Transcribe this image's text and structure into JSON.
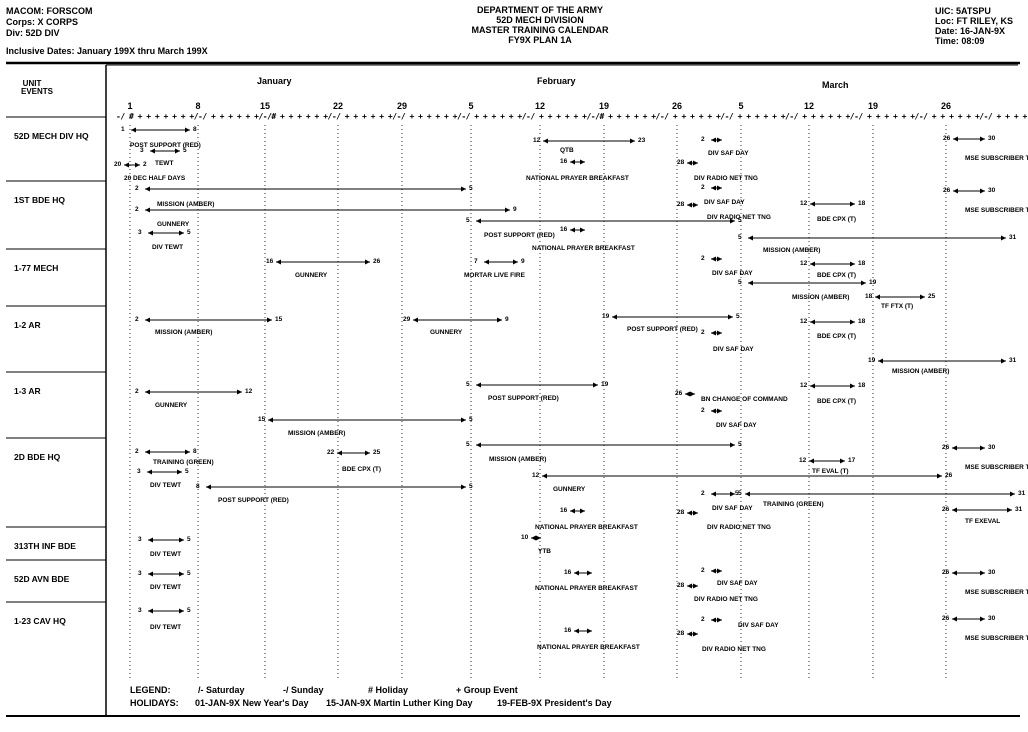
{
  "header": {
    "left": [
      "MACOM:  FORSCOM",
      "Corps:  X CORPS",
      "Div:  52D DIV"
    ],
    "dates": "Inclusive Dates: January 199X thru March 199X",
    "center": [
      "DEPARTMENT OF THE ARMY",
      "52D MECH DIVISION",
      "MASTER TRAINING CALENDAR",
      "FY9X PLAN 1A"
    ],
    "right": [
      "UIC:  5ATSPU",
      "Loc:  FT RILEY, KS",
      "Date:  16-JAN-9X",
      "Time:  08:09"
    ]
  },
  "unit_events_label": [
    "UNIT",
    "EVENTS"
  ],
  "months": [
    "January",
    "February",
    "March"
  ],
  "day_labels": [
    "1",
    "8",
    "15",
    "22",
    "29",
    "5",
    "12",
    "19",
    "26",
    "5",
    "12",
    "19",
    "26"
  ],
  "ruler": "-/ # + + + + + + +/-/ + + + + + +/-/# + + + + + +/-/ + + + + + +/-/ + + + + + +/-/ + + + + + +/-/ + + + + + +/-/# + + + + + +/-/ + + + + + +/-/ + + + + + +/-/ + + + + + +/-/ + + + + + +/-/ + + + + + +/-/ + + + + +/-",
  "units": [
    "52D MECH DIV HQ",
    "1ST BDE HQ",
    "1-77 MECH",
    "1-2 AR",
    "1-3 AR",
    "2D BDE HQ",
    "313TH INF BDE",
    "52D AVN BDE",
    "1-23 CAV HQ"
  ],
  "rows": [
    {
      "unit": "52D MECH DIV HQ",
      "events": [
        {
          "s": "1",
          "e": "8",
          "label": "POST SUPPORT (RED)"
        },
        {
          "s": "3",
          "e": "5",
          "label": "TEWT"
        },
        {
          "s": "20",
          "e": "2",
          "label": "20 DEC HALF DAYS"
        },
        {
          "s": "12",
          "e": "23",
          "label": "QTB"
        },
        {
          "s": "16",
          "e": "",
          "label": "NATIONAL PRAYER BREAKFAST"
        },
        {
          "s": "2",
          "e": "",
          "label": "DIV SAF DAY"
        },
        {
          "s": "28",
          "e": "",
          "label": "DIV RADIO NET TNG"
        },
        {
          "s": "26",
          "e": "30",
          "label": "MSE SUBSCRIBER TNG FOR DIV (T)"
        }
      ]
    },
    {
      "unit": "1ST BDE HQ",
      "events": [
        {
          "s": "2",
          "e": "5",
          "label": "MISSION (AMBER)"
        },
        {
          "s": "2",
          "e": "9",
          "label": "GUNNERY"
        },
        {
          "s": "3",
          "e": "5",
          "label": "DIV TEWT"
        },
        {
          "s": "5",
          "e": "5",
          "label": "POST SUPPORT (RED)"
        },
        {
          "s": "16",
          "e": "",
          "label": "NATIONAL PRAYER BREAKFAST"
        },
        {
          "s": "2",
          "e": "",
          "label": "DIV SAF DAY"
        },
        {
          "s": "28",
          "e": "",
          "label": "DIV RADIO NET TNG"
        },
        {
          "s": "12",
          "e": "18",
          "label": "BDE CPX (T)"
        },
        {
          "s": "5",
          "e": "31",
          "label": "MISSION (AMBER)"
        },
        {
          "s": "26",
          "e": "30",
          "label": "MSE SUBSCRIBER TNG FOR DIV (T)"
        }
      ]
    },
    {
      "unit": "1-77 MECH",
      "events": [
        {
          "s": "16",
          "e": "26",
          "label": "GUNNERY"
        },
        {
          "s": "7",
          "e": "9",
          "label": "MORTAR LIVE FIRE"
        },
        {
          "s": "2",
          "e": "",
          "label": "DIV SAF DAY"
        },
        {
          "s": "12",
          "e": "18",
          "label": "BDE CPX (T)"
        },
        {
          "s": "5",
          "e": "19",
          "label": "MISSION (AMBER)"
        },
        {
          "s": "18",
          "e": "25",
          "label": "TF FTX (T)"
        }
      ]
    },
    {
      "unit": "1-2 AR",
      "events": [
        {
          "s": "2",
          "e": "15",
          "label": "MISSION (AMBER)"
        },
        {
          "s": "29",
          "e": "9",
          "label": "GUNNERY"
        },
        {
          "s": "19",
          "e": "5",
          "label": "POST SUPPORT (RED)"
        },
        {
          "s": "2",
          "e": "",
          "label": "DIV SAF DAY"
        },
        {
          "s": "12",
          "e": "18",
          "label": "BDE CPX (T)"
        },
        {
          "s": "19",
          "e": "31",
          "label": "MISSION (AMBER)"
        }
      ]
    },
    {
      "unit": "1-3 AR",
      "events": [
        {
          "s": "2",
          "e": "12",
          "label": "GUNNERY"
        },
        {
          "s": "15",
          "e": "5",
          "label": "MISSION (AMBER)"
        },
        {
          "s": "5",
          "e": "19",
          "label": "POST SUPPORT (RED)"
        },
        {
          "s": "26",
          "e": "",
          "label": "BN CHANGE OF COMMAND"
        },
        {
          "s": "2",
          "e": "",
          "label": "DIV SAF DAY"
        },
        {
          "s": "12",
          "e": "18",
          "label": "BDE CPX (T)"
        }
      ]
    },
    {
      "unit": "2D BDE HQ",
      "events": [
        {
          "s": "2",
          "e": "8",
          "label": "TRAINING (GREEN)"
        },
        {
          "s": "3",
          "e": "5",
          "label": "DIV TEWT"
        },
        {
          "s": "8",
          "e": "5",
          "label": "POST SUPPORT (RED)"
        },
        {
          "s": "22",
          "e": "25",
          "label": "BDE CPX (T)"
        },
        {
          "s": "5",
          "e": "5",
          "label": "MISSION (AMBER)"
        },
        {
          "s": "12",
          "e": "26",
          "label": "GUNNERY"
        },
        {
          "s": "16",
          "e": "",
          "label": "NATIONAL PRAYER BREAKFAST"
        },
        {
          "s": "2",
          "e": "5",
          "label": "DIV SAF DAY"
        },
        {
          "s": "28",
          "e": "",
          "label": "DIV RADIO NET TNG"
        },
        {
          "s": "5",
          "e": "31",
          "label": "TRAINING (GREEN)"
        },
        {
          "s": "12",
          "e": "17",
          "label": "TF EVAL (T)"
        },
        {
          "s": "26",
          "e": "30",
          "label": "MSE SUBSCRIBER TNG FOR DIV (T)"
        },
        {
          "s": "26",
          "e": "31",
          "label": "TF EXEVAL"
        }
      ]
    },
    {
      "unit": "313TH INF BDE",
      "events": [
        {
          "s": "3",
          "e": "5",
          "label": "DIV TEWT"
        },
        {
          "s": "10",
          "e": "",
          "label": "YTB"
        }
      ]
    },
    {
      "unit": "52D AVN BDE",
      "events": [
        {
          "s": "3",
          "e": "5",
          "label": "DIV TEWT"
        },
        {
          "s": "16",
          "e": "",
          "label": "NATIONAL PRAYER BREAKFAST"
        },
        {
          "s": "2",
          "e": "",
          "label": "DIV SAF DAY"
        },
        {
          "s": "28",
          "e": "",
          "label": "DIV RADIO NET TNG"
        },
        {
          "s": "26",
          "e": "30",
          "label": "MSE SUBSCRIBER TNG FOR DIV (T)"
        }
      ]
    },
    {
      "unit": "1-23 CAV HQ",
      "events": [
        {
          "s": "3",
          "e": "5",
          "label": "DIV TEWT"
        },
        {
          "s": "16",
          "e": "",
          "label": "NATIONAL PRAYER BREAKFAST"
        },
        {
          "s": "2",
          "e": "",
          "label": "DIV SAF DAY"
        },
        {
          "s": "28",
          "e": "",
          "label": "DIV RADIO NET TNG"
        },
        {
          "s": "26",
          "e": "30",
          "label": "MSE SUBSCRIBER TNG FOR DIV (T)"
        }
      ]
    }
  ],
  "legend": {
    "title": "LEGEND:",
    "items": [
      "/- Saturday",
      "-/ Sunday",
      "# Holiday",
      "+ Group Event"
    ]
  },
  "holidays": {
    "title": "HOLIDAYS:",
    "items": [
      "01-JAN-9X New Year's Day",
      "15-JAN-9X Martin Luther King Day",
      "19-FEB-9X President's Day"
    ]
  }
}
